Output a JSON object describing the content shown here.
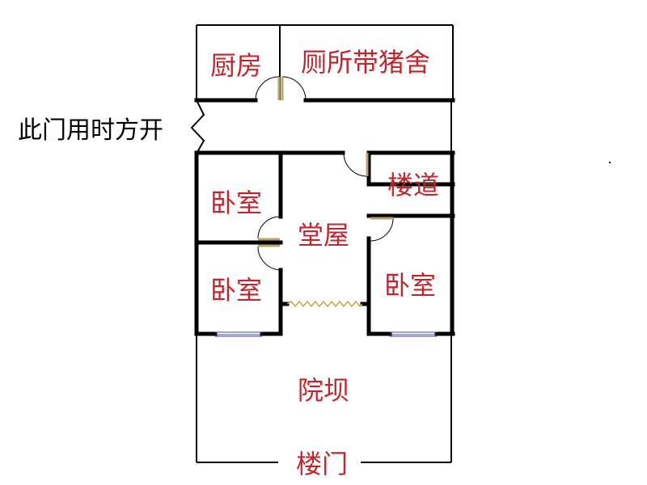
{
  "colors": {
    "label_red": "#c0262d",
    "wall": "#000000",
    "door_leaf": "#b8a46a",
    "window_blue": "#3b4ba0",
    "curtain": "#c2a24c"
  },
  "labels": {
    "kitchen": "厨房",
    "toilet_pigsty": "厕所带猪舍",
    "stairway": "楼道",
    "bedroom_top_left": "卧室",
    "hall": "堂屋",
    "bedroom_bottom_left": "卧室",
    "bedroom_right": "卧室",
    "courtyard": "院坝",
    "building_gate": "楼门",
    "side_door_note": "此门用时方开"
  }
}
